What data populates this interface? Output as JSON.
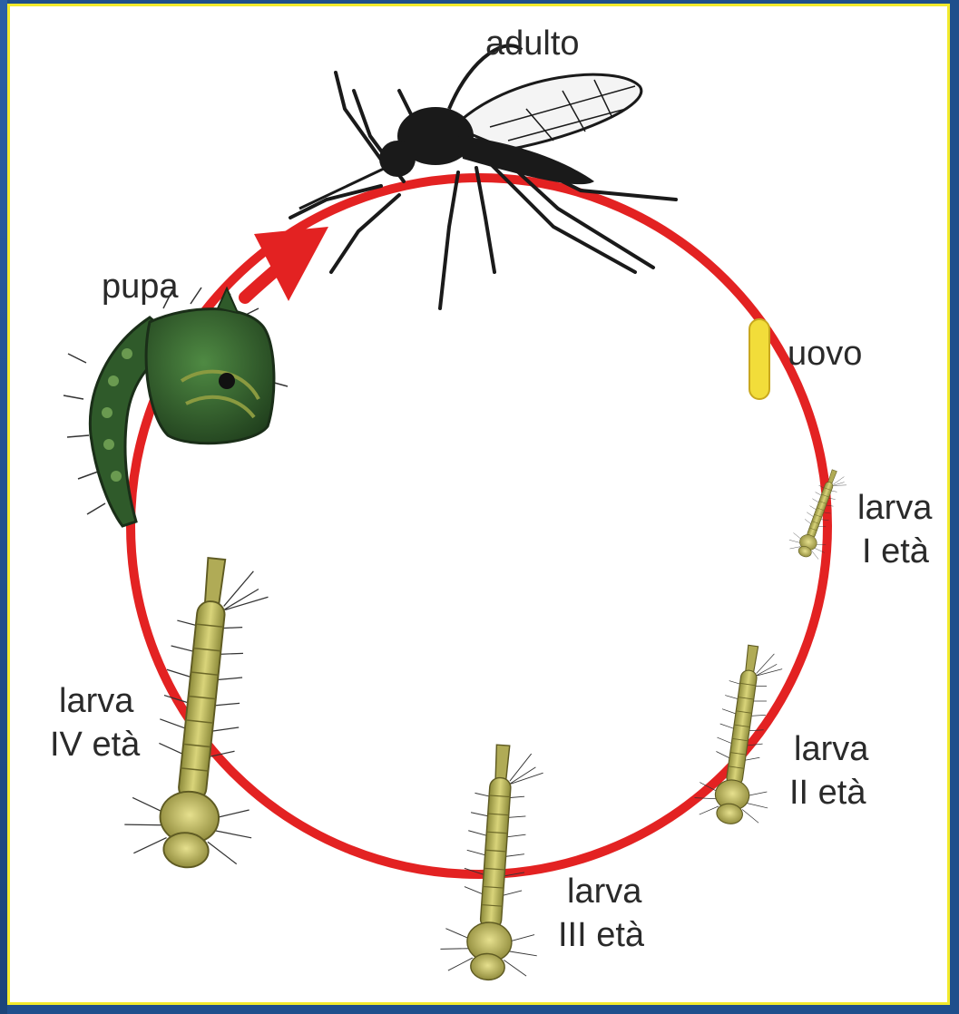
{
  "colors": {
    "background": "#1f4f8c",
    "frame_border": "#f2ea2c",
    "cycle_ring": "#e32222",
    "adult": "#1a1a1a",
    "pupa": "#2f5a2a",
    "larva": "#c9c46a",
    "egg": "#f2dd3a"
  },
  "stages": {
    "adult": "adulto",
    "egg": "uovo",
    "larva1": {
      "line1": "larva",
      "line2": "I età"
    },
    "larva2": {
      "line1": "larva",
      "line2": "II età"
    },
    "larva3": {
      "line1": "larva",
      "line2": "III età"
    },
    "larva4": {
      "line1": "larva",
      "line2": "IV età"
    },
    "pupa": "pupa"
  },
  "icons": [
    "mosquito-adult-icon",
    "egg-icon",
    "larva-icon",
    "pupa-icon",
    "arrow-icon"
  ]
}
